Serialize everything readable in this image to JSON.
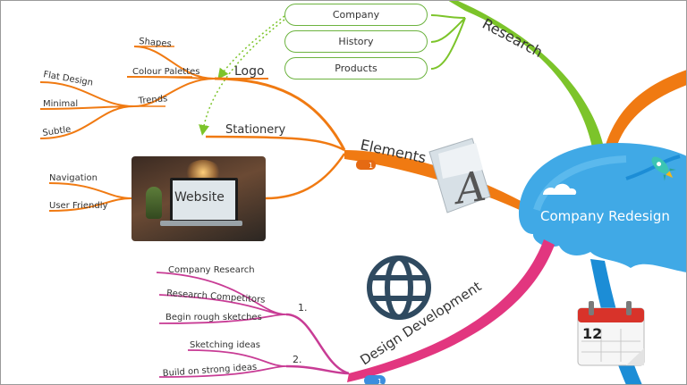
{
  "central_topic": "Company Redesign",
  "branches": {
    "research": {
      "label": "Research",
      "color": "#7cc42a",
      "items": [
        "Company",
        "History",
        "Products"
      ]
    },
    "elements": {
      "label": "Elements",
      "color": "#f07a12",
      "badge": "1",
      "logo": {
        "label": "Logo",
        "children": [
          {
            "label": "Shapes"
          },
          {
            "label": "Colour Palettes"
          },
          {
            "label": "Trends",
            "children": [
              "Flat Design",
              "Minimal",
              "Subtle"
            ]
          }
        ]
      },
      "stationery": "Stationery",
      "website": {
        "label": "Website",
        "children": [
          "Navigation",
          "User Friendly"
        ]
      }
    },
    "design_development": {
      "label": "Design Development",
      "color": "#e2367f",
      "badge": "1",
      "groups": [
        {
          "label": "1.",
          "items": [
            "Company Research",
            "Research Competitors",
            "Begin rough sketches"
          ]
        },
        {
          "label": "2.",
          "items": [
            "Sketching ideas",
            "Build on strong ideas"
          ]
        }
      ]
    }
  },
  "icons": [
    "globe-icon",
    "calendar-icon",
    "font-document-icon",
    "rocket-icon"
  ],
  "calendar_day": "12"
}
